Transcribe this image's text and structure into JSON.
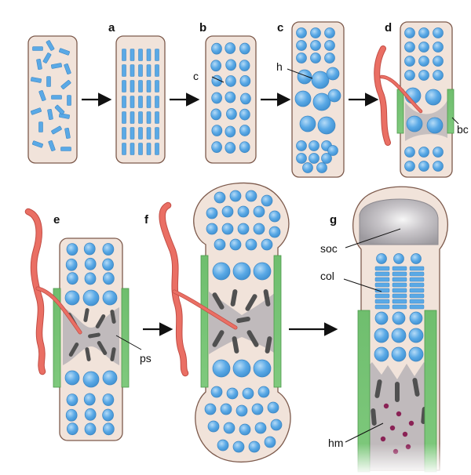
{
  "panels": [
    {
      "id": "pre",
      "letter": ""
    },
    {
      "id": "a",
      "letter": "a"
    },
    {
      "id": "b",
      "letter": "b"
    },
    {
      "id": "c",
      "letter": "c"
    },
    {
      "id": "d",
      "letter": "d"
    },
    {
      "id": "e",
      "letter": "e"
    },
    {
      "id": "f",
      "letter": "f"
    },
    {
      "id": "g",
      "letter": "g"
    }
  ],
  "labels": {
    "c": "c",
    "h": "h",
    "bc": "bc",
    "ps": "ps",
    "soc": "soc",
    "col": "col",
    "hm": "hm"
  },
  "colors": {
    "cell_fill": "#5aa9e6",
    "cell_stroke": "#3d87c4",
    "matrix": "#f1e3da",
    "outline": "#7d5a4c",
    "collar": "#7cc47a",
    "vessel": "#ea6f64",
    "vessel_stroke": "#c24d45",
    "calcified": "#b7b3b6",
    "trabecula": "#505050",
    "soc": "#a9a6ab",
    "marrow": "#8a2255"
  }
}
